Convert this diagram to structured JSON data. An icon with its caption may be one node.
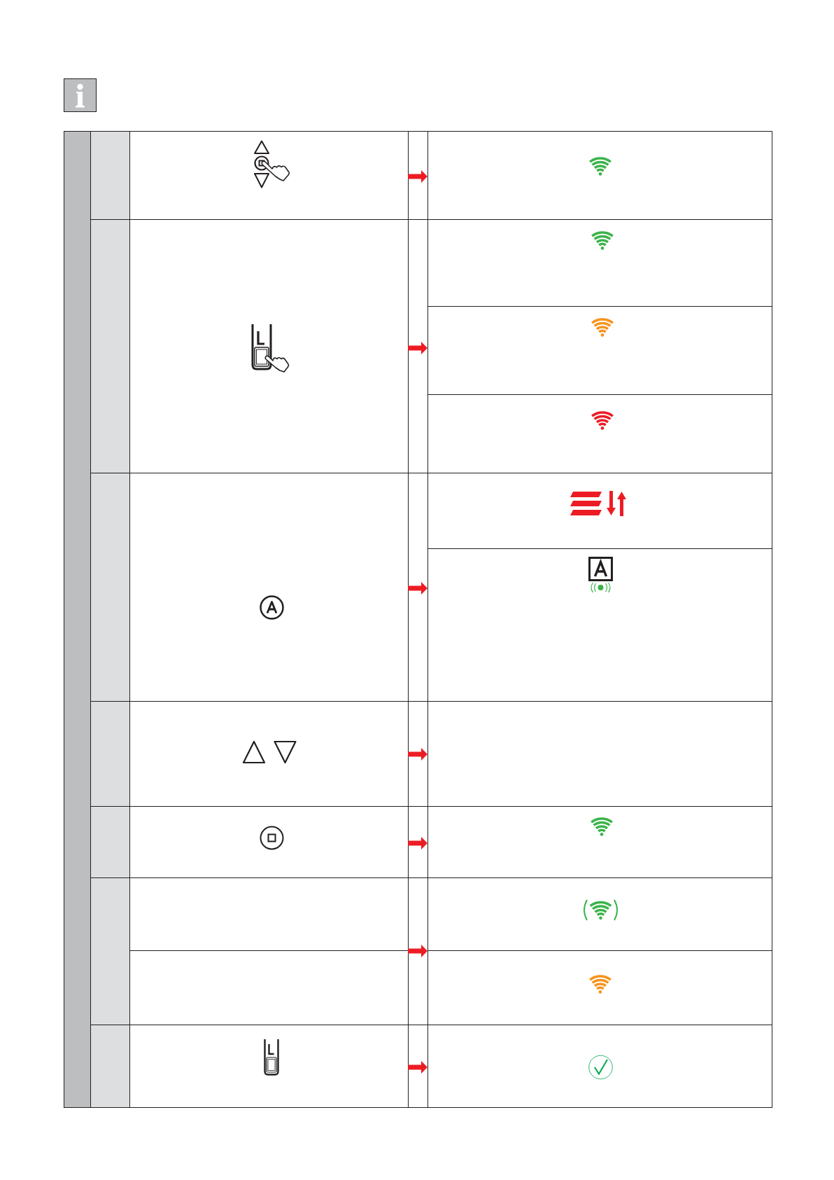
{
  "diagram": {
    "nodes": [
      {
        "text": [],
        "shape": "bar"
      },
      {
        "text": [],
        "shape": "box"
      },
      {
        "text": [],
        "shape": "box"
      },
      {
        "text": [],
        "shape": "box"
      },
      {
        "text": [],
        "shape": "box"
      },
      {
        "text": [],
        "shape": "box"
      },
      {
        "text": [],
        "shape": "box"
      },
      {
        "text": [],
        "shape": "box"
      },
      {
        "text": [],
        "shape": "box"
      },
      {
        "text": [],
        "shape": "box"
      },
      {
        "text": [],
        "shape": "box"
      },
      {
        "text": [],
        "shape": "box"
      },
      {
        "text": [],
        "shape": "box"
      },
      {
        "text": [],
        "shape": "box"
      },
      {
        "text": [],
        "shape": "box"
      },
      {
        "text": [],
        "shape": "box"
      },
      {
        "text": [],
        "shape": "box"
      },
      {
        "text": [],
        "shape": "box"
      },
      {
        "text": [],
        "shape": "box"
      },
      {
        "text": [],
        "shape": "box"
      },
      {
        "text": [],
        "shape": "box"
      },
      {
        "text": [],
        "shape": "box"
      },
      {
        "text": [],
        "shape": "box"
      },
      {
        "text": [],
        "shape": "box"
      },
      {
        "text": [],
        "shape": "box"
      },
      {
        "text": [],
        "shape": "box"
      },
      {
        "text": [],
        "shape": "box"
      }
    ],
    "edges": [
      {
        "from": 2,
        "to": 3,
        "arrow": "to"
      },
      {
        "from": 5,
        "to": 7,
        "arrow": "to"
      },
      {
        "from": 10,
        "to": 12,
        "arrow": "to"
      },
      {
        "from": 14,
        "to": 15,
        "arrow": "to"
      },
      {
        "from": 17,
        "to": 18,
        "arrow": "to"
      },
      {
        "from": 20,
        "to": 21,
        "arrow": "to"
      },
      {
        "from": 22,
        "to": 23,
        "arrow": "to"
      },
      {
        "from": 25,
        "to": 26,
        "arrow": "to"
      }
    ]
  }
}
